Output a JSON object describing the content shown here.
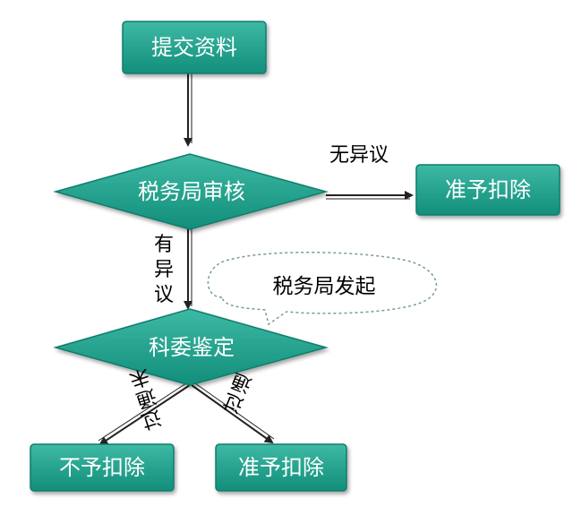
{
  "nodes": {
    "submit": "提交资料",
    "review": "税务局审核",
    "approve_top": "准予扣除",
    "appraisal": "科委鉴定",
    "deny": "不予扣除",
    "approve_bottom": "准予扣除"
  },
  "edges": {
    "no_objection": "无异议",
    "objection_1": "有",
    "objection_2": "异",
    "objection_3": "议",
    "not_passed_1": "未",
    "not_passed_2": "通",
    "not_passed_3": "过",
    "passed_1": "通",
    "passed_2": "过"
  },
  "callout": "税务局发起",
  "colors": {
    "node_fill": "#139B86",
    "node_fill_light": "#3DB9A4",
    "node_stroke": "#0E7D6C",
    "arrow": "#222222",
    "callout_stroke": "#7A9A9A"
  }
}
